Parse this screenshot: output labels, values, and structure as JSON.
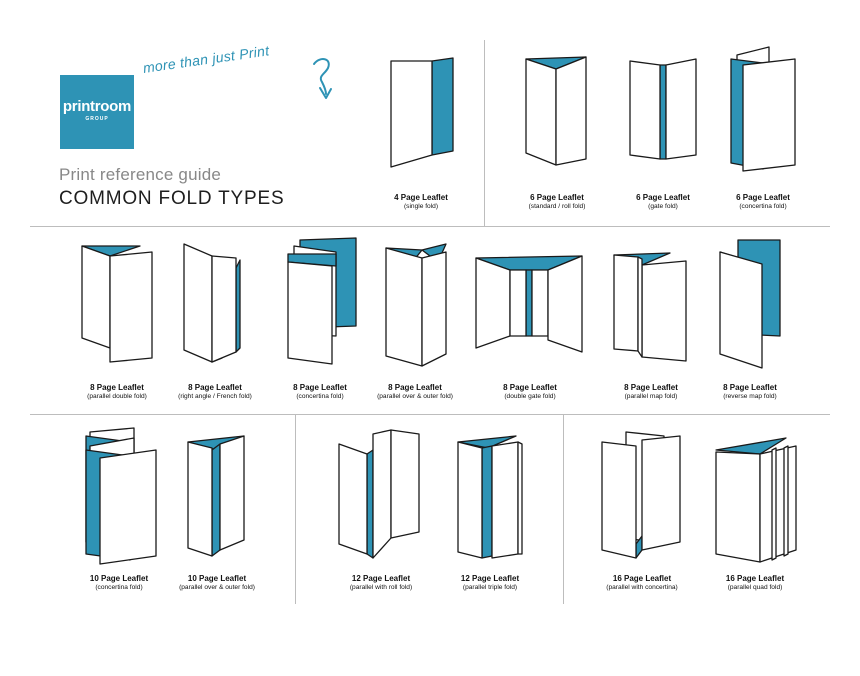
{
  "brand": {
    "logo_text": "printroom",
    "logo_subtext": "GROUP",
    "tagline": "more than just Print",
    "color": "#2e93b5"
  },
  "header": {
    "subtitle": "Print reference guide",
    "title": "COMMON FOLD TYPES"
  },
  "folds": [
    {
      "name": "4 Page Leaflet",
      "desc": "(single fold)"
    },
    {
      "name": "6 Page Leaflet",
      "desc": "(standard / roll fold)"
    },
    {
      "name": "6 Page Leaflet",
      "desc": "(gate fold)"
    },
    {
      "name": "6 Page Leaflet",
      "desc": "(concertina fold)"
    },
    {
      "name": "8 Page Leaflet",
      "desc": "(parallel double fold)"
    },
    {
      "name": "8 Page Leaflet",
      "desc": "(right angle / French fold)"
    },
    {
      "name": "8 Page Leaflet",
      "desc": "(concertina fold)"
    },
    {
      "name": "8 Page Leaflet",
      "desc": "(parallel over & outer fold)"
    },
    {
      "name": "8 Page Leaflet",
      "desc": "(double gate fold)"
    },
    {
      "name": "8 Page Leaflet",
      "desc": "(parallel map fold)"
    },
    {
      "name": "8 Page Leaflet",
      "desc": "(reverse map fold)"
    },
    {
      "name": "10 Page Leaflet",
      "desc": "(concertina fold)"
    },
    {
      "name": "10 Page Leaflet",
      "desc": "(parallel over & outer fold)"
    },
    {
      "name": "12 Page Leaflet",
      "desc": "(parallel with roll fold)"
    },
    {
      "name": "12 Page Leaflet",
      "desc": "(parallel triple fold)"
    },
    {
      "name": "16 Page Leaflet",
      "desc": "(parallel with concertina)"
    },
    {
      "name": "16 Page Leaflet",
      "desc": "(parallel quad fold)"
    }
  ]
}
